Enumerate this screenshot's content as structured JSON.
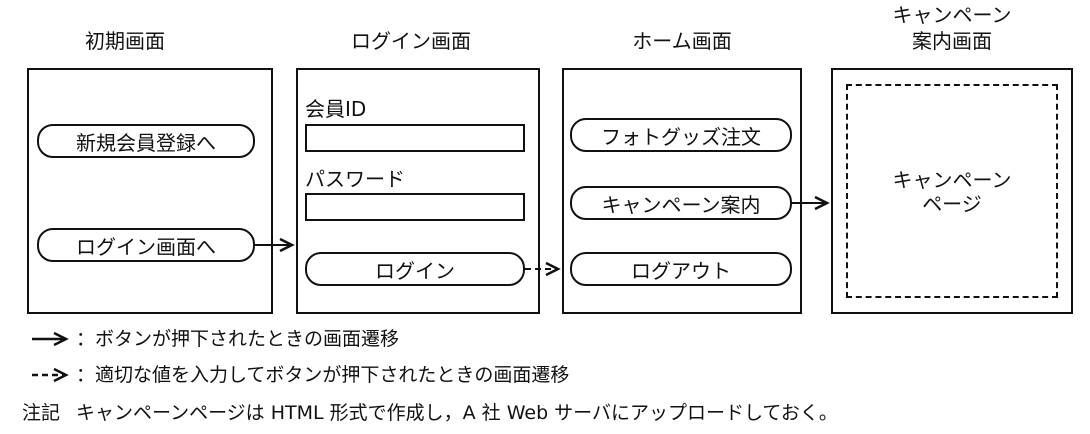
{
  "screens": {
    "initial": {
      "title": "初期画面",
      "buttons": [
        "新規会員登録へ",
        "ログイン画面へ"
      ]
    },
    "login": {
      "title": "ログイン画面",
      "member_id_label": "会員ID",
      "password_label": "パスワード",
      "login_button": "ログイン"
    },
    "home": {
      "title": "ホーム画面",
      "buttons": [
        "フォトグッズ注文",
        "キャンペーン案内",
        "ログアウト"
      ]
    },
    "campaign": {
      "title_line1": "キャンペーン",
      "title_line2": "案内画面",
      "page_line1": "キャンペーン",
      "page_line2": "ページ"
    }
  },
  "legend": {
    "solid_arrow_text": "：ボタンが押下されたときの画面遷移",
    "dashed_arrow_text": "：適切な値を入力してボタンが押下されたときの画面遷移"
  },
  "note": {
    "label": "注記",
    "text": "キャンペーンページは HTML 形式で作成し，A 社 Web サーバにアップロードしておく。"
  }
}
